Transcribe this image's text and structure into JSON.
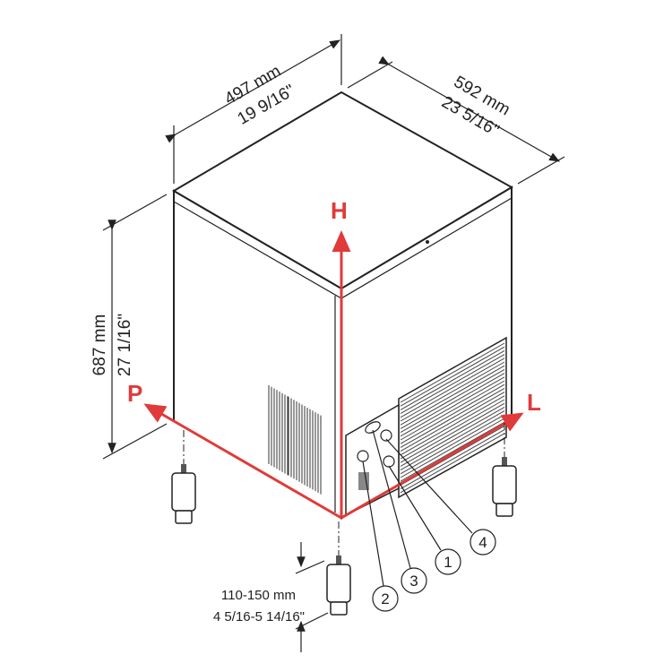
{
  "dimensions": {
    "width": {
      "mm": "497 mm",
      "inch": "19 9/16\""
    },
    "depth": {
      "mm": "592 mm",
      "inch": "23 5/16\""
    },
    "height": {
      "mm": "687 mm",
      "inch": "27 1/16\""
    },
    "feet": {
      "mm": "110-150 mm",
      "inch": "4 5/16-5 14/16\""
    }
  },
  "axes": {
    "h": "H",
    "p": "P",
    "l": "L",
    "color": "#e03a3a"
  },
  "callouts": [
    "1",
    "2",
    "3",
    "4"
  ]
}
